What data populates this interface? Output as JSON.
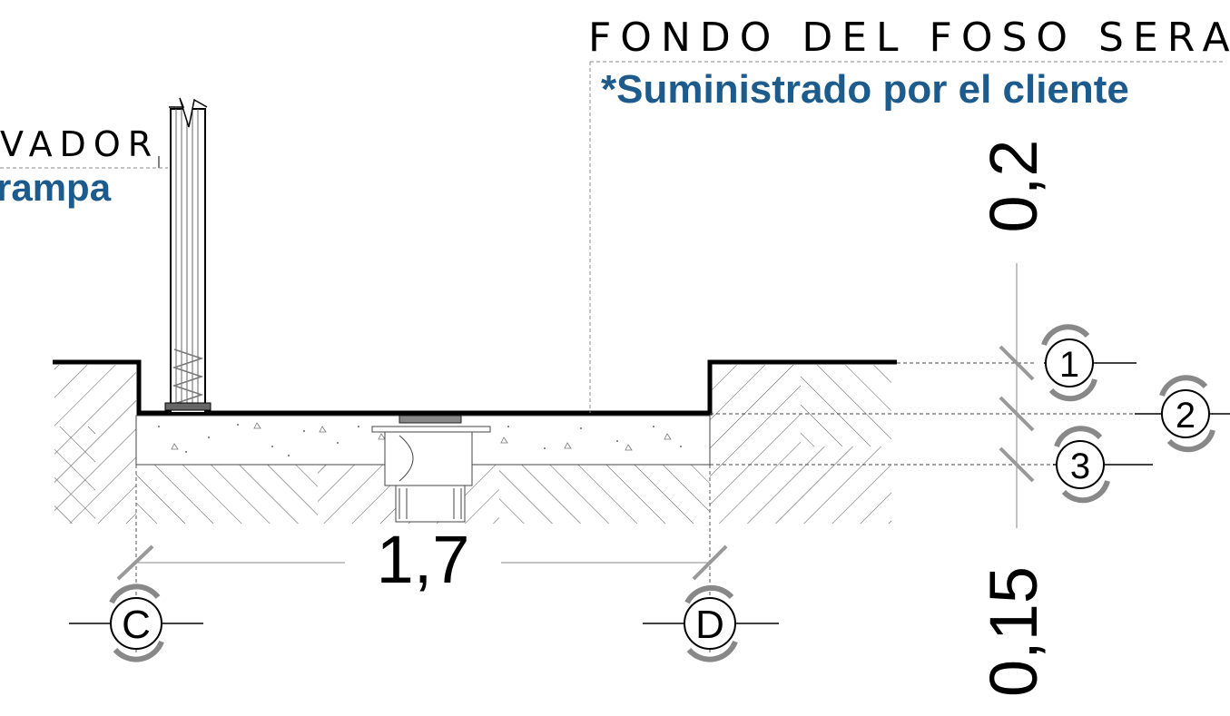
{
  "labels": {
    "top_title": "FONDO DEL FOSO SERA",
    "top_note": "*Suministrado por el cliente",
    "left_title": "VADOR",
    "left_note": "rampa"
  },
  "dimensions": {
    "width": "1,7",
    "upper_height": "0,2",
    "lower_height": "0,15"
  },
  "grid_bubbles": {
    "left": "C",
    "right": "D"
  },
  "level_markers": [
    "1",
    "2",
    "3"
  ],
  "colors": {
    "note_blue": "#1d5b8c",
    "line": "#000000",
    "hatch": "#555555",
    "tick": "#8a8a8a"
  }
}
